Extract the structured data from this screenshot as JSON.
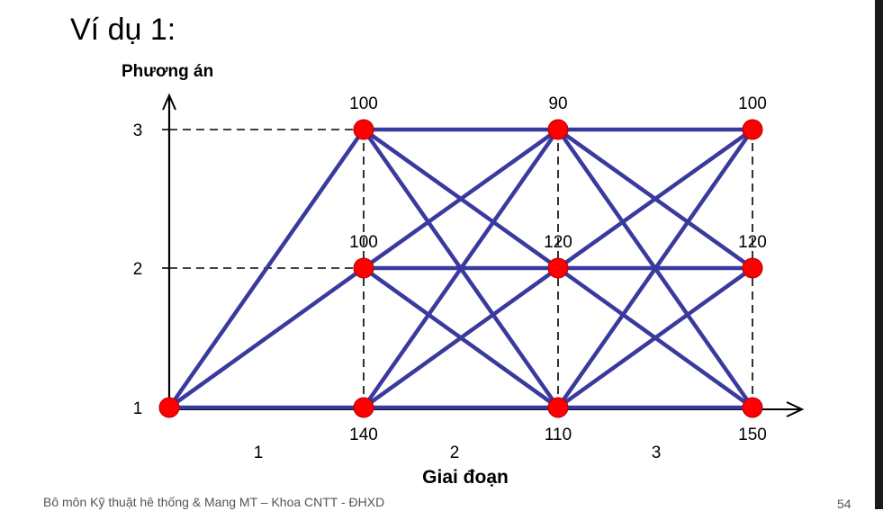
{
  "slide": {
    "title": "Ví dụ 1:",
    "footer": "Bô môn Kỹ thuật hê thống & Mang MT – Khoa CNTT - ĐHXD",
    "page_number": "54"
  },
  "diagram": {
    "y_axis_label": "Phương án",
    "x_axis_label": "Giai đoạn",
    "y_ticks": [
      "1",
      "2",
      "3"
    ],
    "x_stage_labels": [
      "1",
      "2",
      "3"
    ],
    "colors": {
      "edge": "#3a3a9e",
      "node": "#ff0000",
      "node_outline": "#b00000",
      "axis": "#000000",
      "grid": "#000000"
    },
    "nodes": [
      {
        "id": "start",
        "stage": 0,
        "option": 1,
        "value": ""
      },
      {
        "id": "s1-o3",
        "stage": 1,
        "option": 3,
        "value": "100"
      },
      {
        "id": "s1-o2",
        "stage": 1,
        "option": 2,
        "value": "100"
      },
      {
        "id": "s1-o1",
        "stage": 1,
        "option": 1,
        "value": "140"
      },
      {
        "id": "s2-o3",
        "stage": 2,
        "option": 3,
        "value": "90"
      },
      {
        "id": "s2-o2",
        "stage": 2,
        "option": 2,
        "value": "120"
      },
      {
        "id": "s2-o1",
        "stage": 2,
        "option": 1,
        "value": "110"
      },
      {
        "id": "s3-o3",
        "stage": 3,
        "option": 3,
        "value": "100"
      },
      {
        "id": "s3-o2",
        "stage": 3,
        "option": 2,
        "value": "120"
      },
      {
        "id": "s3-o1",
        "stage": 3,
        "option": 1,
        "value": "150"
      }
    ],
    "edges": [
      [
        "start",
        "s1-o3"
      ],
      [
        "start",
        "s1-o2"
      ],
      [
        "start",
        "s1-o1"
      ],
      [
        "s1-o3",
        "s2-o3"
      ],
      [
        "s1-o3",
        "s2-o2"
      ],
      [
        "s1-o3",
        "s2-o1"
      ],
      [
        "s1-o2",
        "s2-o3"
      ],
      [
        "s1-o2",
        "s2-o2"
      ],
      [
        "s1-o2",
        "s2-o1"
      ],
      [
        "s1-o1",
        "s2-o3"
      ],
      [
        "s1-o1",
        "s2-o2"
      ],
      [
        "s1-o1",
        "s2-o1"
      ],
      [
        "s2-o3",
        "s3-o3"
      ],
      [
        "s2-o3",
        "s3-o2"
      ],
      [
        "s2-o3",
        "s3-o1"
      ],
      [
        "s2-o2",
        "s3-o3"
      ],
      [
        "s2-o2",
        "s3-o2"
      ],
      [
        "s2-o2",
        "s3-o1"
      ],
      [
        "s2-o1",
        "s3-o3"
      ],
      [
        "s2-o1",
        "s3-o2"
      ],
      [
        "s2-o1",
        "s3-o1"
      ]
    ]
  }
}
